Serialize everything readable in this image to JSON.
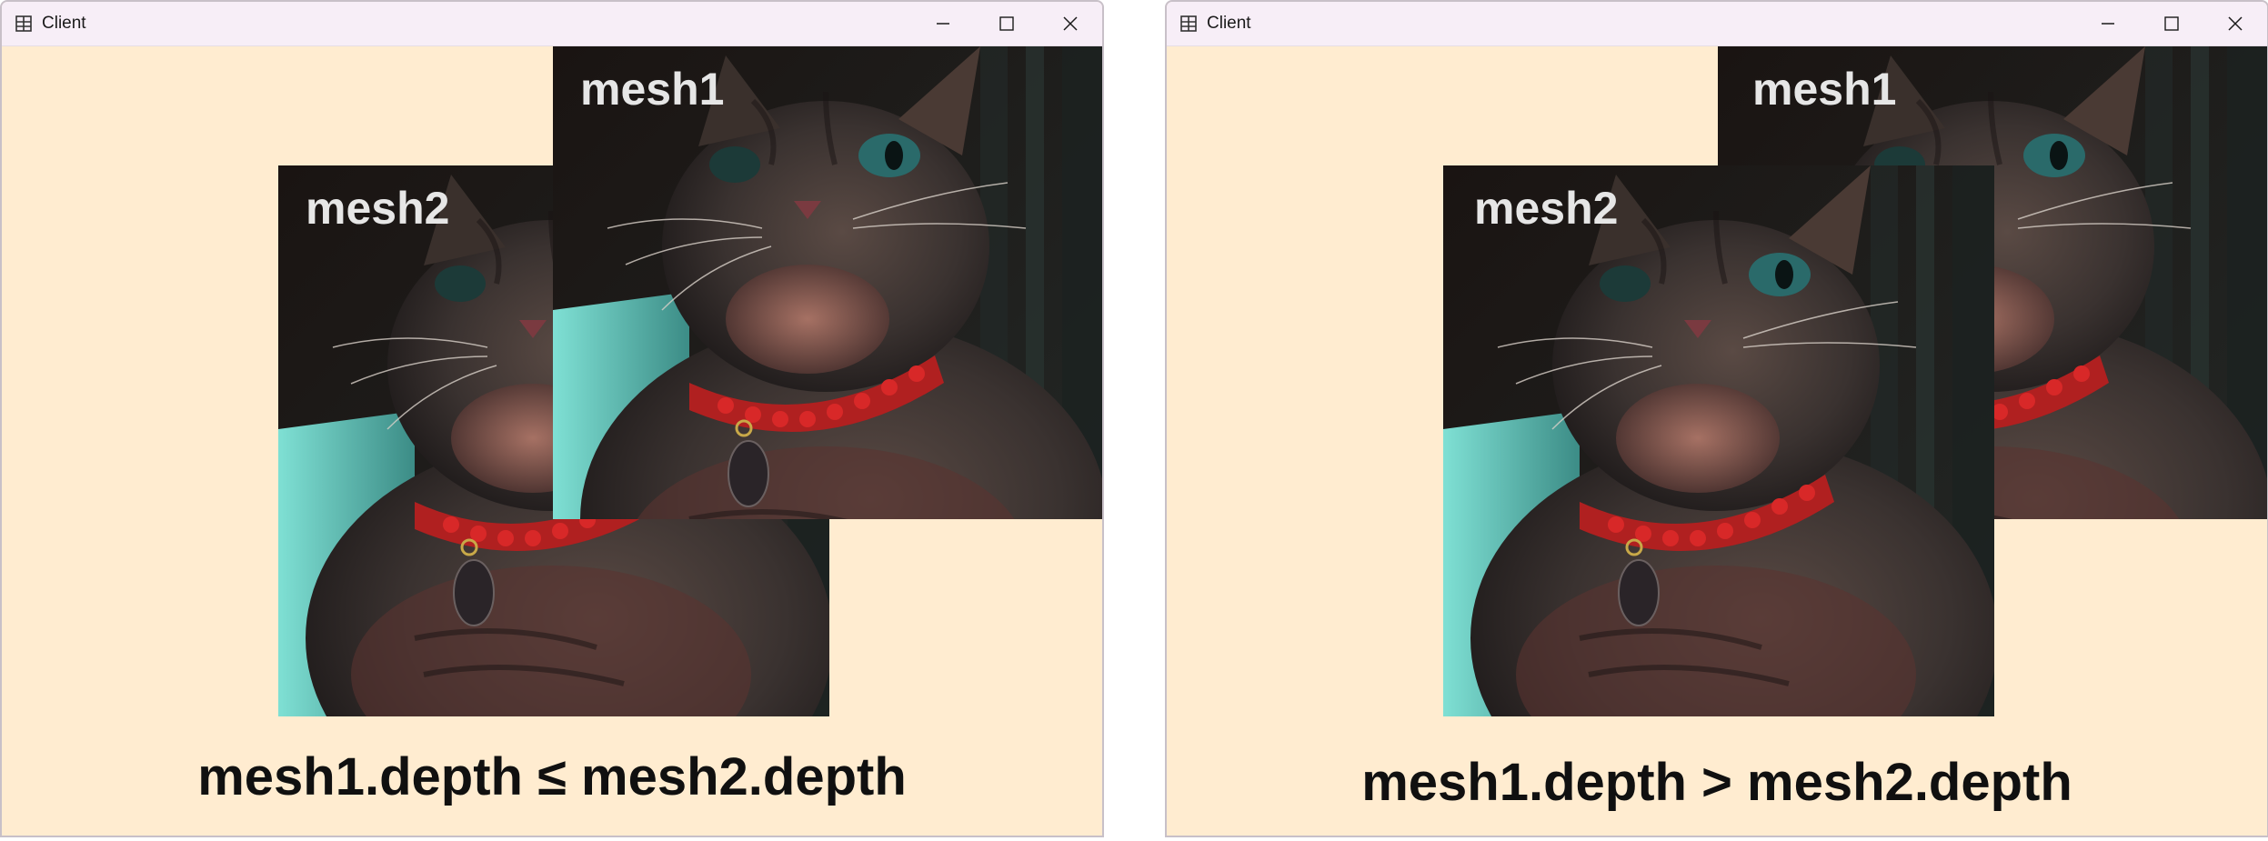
{
  "colors": {
    "client_background": "#ffecd0",
    "titlebar_background": "#f7eef7",
    "mesh_label": "#e6e6e6",
    "caption": "#101010"
  },
  "windows": [
    {
      "title": "Client",
      "mesh1_label": "mesh1",
      "mesh2_label": "mesh2",
      "caption": "mesh1.depth ≤ mesh2.depth",
      "front_mesh": "mesh1"
    },
    {
      "title": "Client",
      "mesh1_label": "mesh1",
      "mesh2_label": "mesh2",
      "caption": "mesh1.depth > mesh2.depth",
      "front_mesh": "mesh2"
    }
  ],
  "icons": {
    "app": "app-icon",
    "minimize": "minimize-icon",
    "maximize": "maximize-icon",
    "close": "close-icon"
  }
}
